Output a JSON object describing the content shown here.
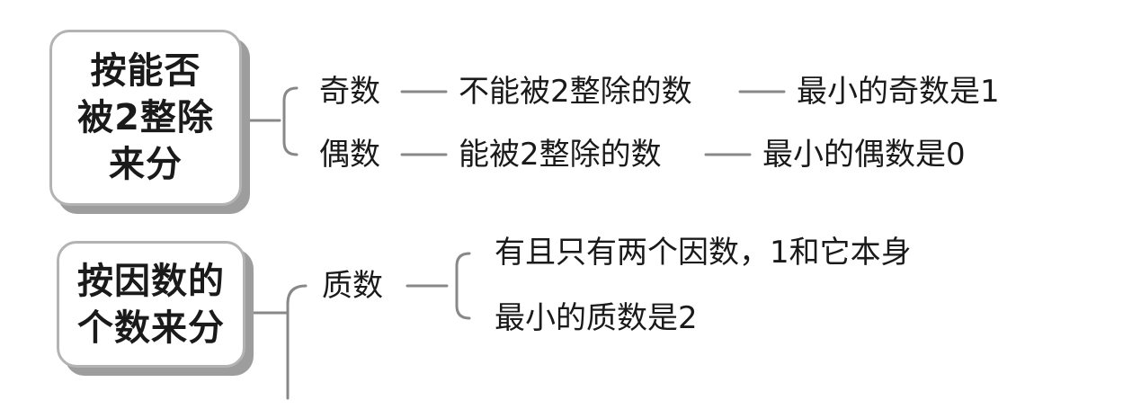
{
  "groups": [
    {
      "title_lines": [
        "按能否",
        "被2整除",
        "来分"
      ],
      "branches": [
        {
          "name": "奇数",
          "definition": "不能被2整除的数",
          "fact": "最小的奇数是1"
        },
        {
          "name": "偶数",
          "definition": "能被2整除的数",
          "fact": "最小的偶数是0"
        }
      ]
    },
    {
      "title_lines": [
        "按因数的",
        "个数来分"
      ],
      "branch": {
        "name": "质数",
        "details": [
          "有且只有两个因数，1和它本身",
          "最小的质数是2"
        ]
      }
    }
  ],
  "colors": {
    "line": "#888888",
    "box_border": "#b3b3b3",
    "box_shadow": "#9d9d9d",
    "text": "#1a1a1a"
  }
}
